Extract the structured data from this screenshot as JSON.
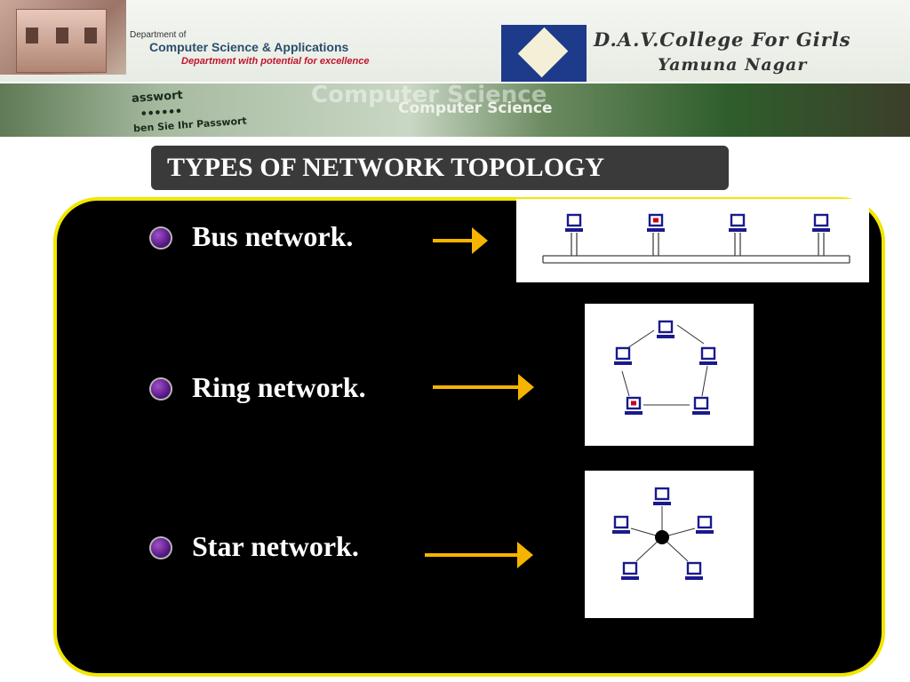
{
  "header": {
    "dept_small": "Department of",
    "dept_name": "Computer Science & Applications",
    "dept_tagline": "Department with potential for excellence",
    "college_line1": "D.A.V.College For Girls",
    "college_line2": "Yamuna Nagar"
  },
  "banner": {
    "password_label": "asswort",
    "password_dots": "••••••",
    "password_hint": "ben Sie Ihr Passwort",
    "watermark_large": "Computer Science",
    "watermark_small": "Computer Science"
  },
  "slide": {
    "title": "TYPES OF NETWORK TOPOLOGY",
    "items": [
      {
        "label": "Bus network.",
        "diagram": "bus"
      },
      {
        "label": "Ring network.",
        "diagram": "ring"
      },
      {
        "label": "Star network.",
        "diagram": "star"
      }
    ]
  },
  "colors": {
    "panel_border": "#f2e600",
    "arrow": "#f5b400",
    "computer": "#1a1a8c",
    "highlight_node": "#c8001e"
  },
  "icons": {
    "bullet": "purple-circle-bullet",
    "node": "computer-terminal-icon"
  }
}
